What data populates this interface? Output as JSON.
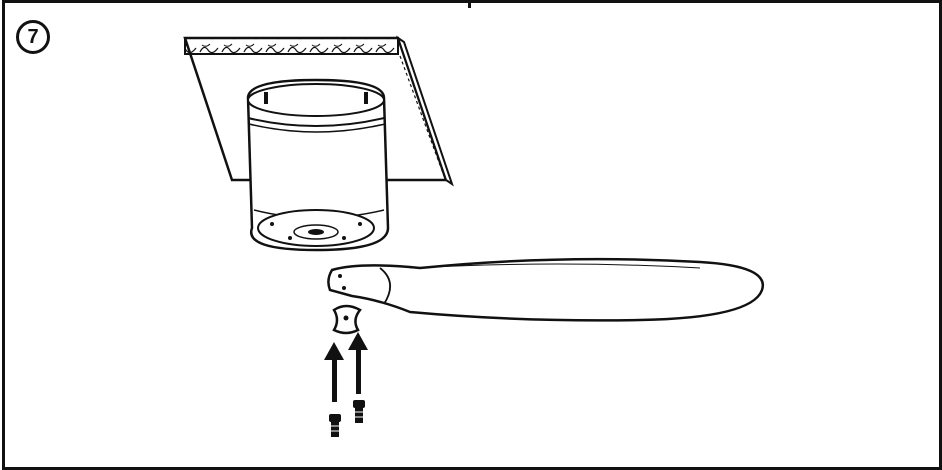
{
  "step": {
    "number": "7"
  },
  "figure": {
    "parts": [
      "ceiling-board",
      "fan-motor-housing",
      "fan-blade",
      "blade-bracket",
      "screws",
      "direction-arrows"
    ]
  }
}
